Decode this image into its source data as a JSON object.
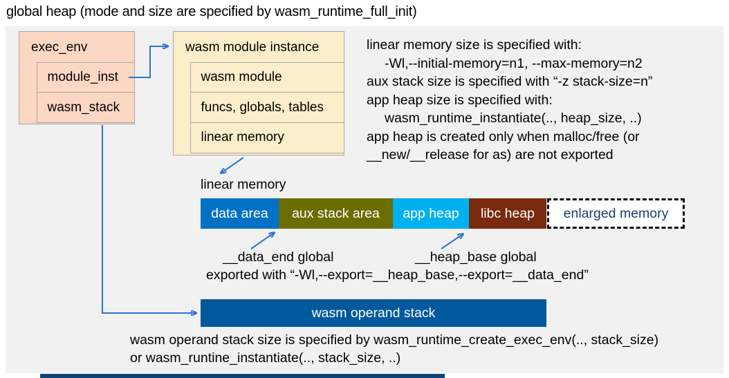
{
  "title": "global heap (mode and size are specified by wasm_runtime_full_init)",
  "exec_env_box": {
    "header": "exec_env",
    "rows": [
      "module_inst",
      "wasm_stack"
    ]
  },
  "instance_box": {
    "header": "wasm module instance",
    "rows": [
      "wasm module",
      "funcs, globals, tables",
      "linear memory"
    ]
  },
  "notes": {
    "lines": [
      {
        "text": "linear memory size is specified with:"
      },
      {
        "text": "-Wl,--initial-memory=n1, --max-memory=n2"
      },
      {
        "text": "aux stack size is specified with “-z stack-size=n”"
      },
      {
        "text": "app heap size is specified with:"
      },
      {
        "text": "wasm_runtime_instantiate(.., heap_size, ..)"
      },
      {
        "text": "app heap is created only when malloc/free (or"
      },
      {
        "text": "__new/__release for as) are not exported"
      }
    ]
  },
  "linear_memory": {
    "label": "linear memory",
    "segments": [
      {
        "label": "data area",
        "color": "#0071c5"
      },
      {
        "label": "aux stack area",
        "color": "#6a6d00"
      },
      {
        "label": "app heap",
        "color": "#00b0f0"
      },
      {
        "label": "libc heap",
        "color": "#7a2a0e"
      },
      {
        "label": "enlarged memory",
        "color": "#ffffff",
        "text_color": "#1e3c6e",
        "border": "dashed"
      }
    ]
  },
  "annotations": {
    "data_end_label": "__data_end global",
    "heap_base_label": "__heap_base global",
    "export_line": "exported with “-Wl,--export=__heap_base,--export=__data_end”"
  },
  "operand_stack": {
    "label": "wasm operand stack",
    "color": "#00599c"
  },
  "footer": {
    "line1": "wasm operand stack size is specified by wasm_runtime_create_exec_env(.., stack_size)",
    "line2": "or wasm_runtine_instantiate(.., stack_size, ..)"
  },
  "colors": {
    "panel_bg": "#f1f1f1",
    "exec_env_fill": "#fcd7c4",
    "instance_fill": "#fdeecb",
    "box_border": "#a6a6a6",
    "arrow_blue": "#2d74cc",
    "bottom_strip": "#0f4472"
  }
}
